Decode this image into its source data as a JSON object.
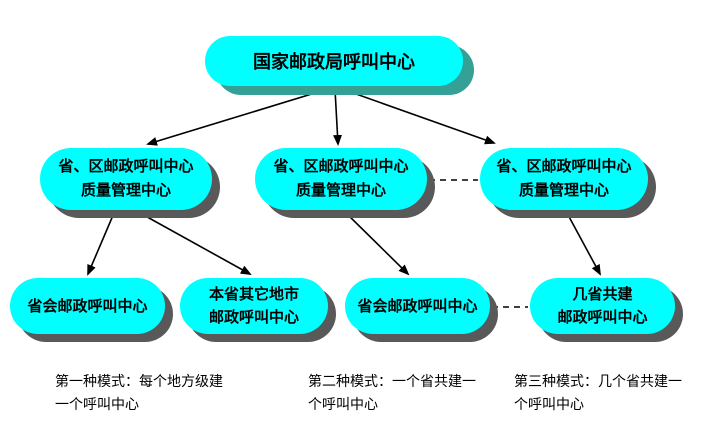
{
  "colors": {
    "node_fill": "#00ffff",
    "node_shadow": "#595959",
    "root_shadow": "#35a096",
    "background": "#ffffff"
  },
  "root": {
    "label": "国家邮政局呼叫中心"
  },
  "level2": [
    {
      "line1": "省、区邮政呼叫中心",
      "line2": "质量管理中心"
    },
    {
      "line1": "省、区邮政呼叫中心",
      "line2": "质量管理中心"
    },
    {
      "line1": "省、区邮政呼叫中心",
      "line2": "质量管理中心"
    }
  ],
  "level3": [
    {
      "line1": "省会邮政呼叫中心"
    },
    {
      "line1": "本省其它地市",
      "line2": "邮政呼叫中心"
    },
    {
      "line1": "省会邮政呼叫中心"
    },
    {
      "line1": "几省共建",
      "line2": "邮政呼叫中心"
    }
  ],
  "captions": [
    {
      "line1": "第一种模式：每个地方级建",
      "line2": "一个呼叫中心"
    },
    {
      "line1": "第二种模式：一个省共建一",
      "line2": "个呼叫中心"
    },
    {
      "line1": "第三种模式：几个省共建一",
      "line2": "个呼叫中心"
    }
  ]
}
